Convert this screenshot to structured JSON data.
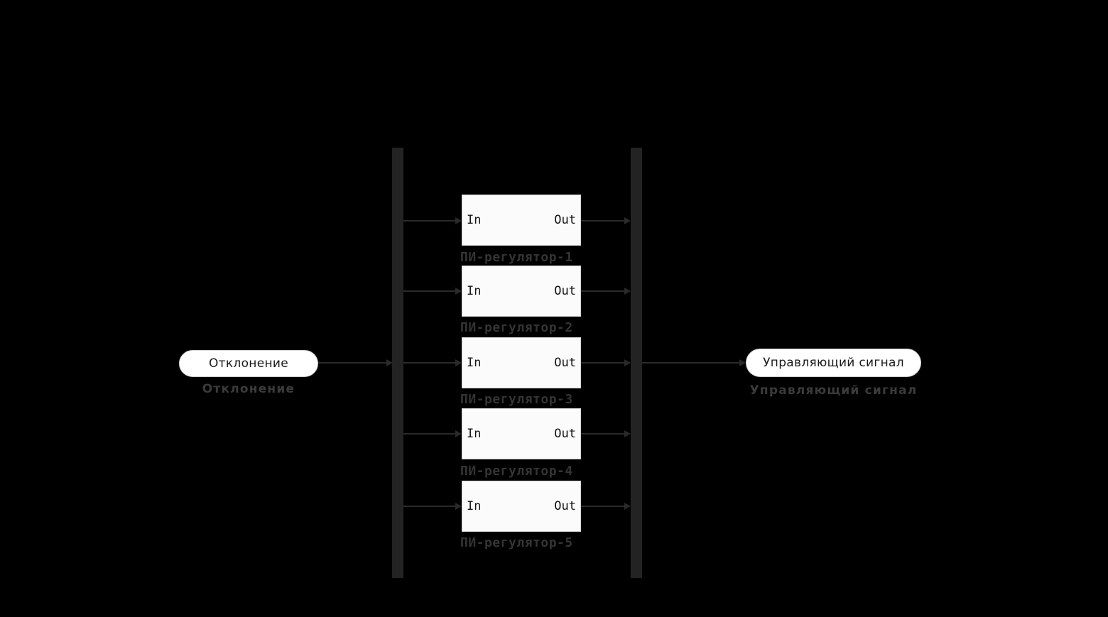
{
  "diagram": {
    "title": "Parallel PI controller bank",
    "background_color": "#000000",
    "bar_color": "#232323",
    "connector_color": "#2a2a2a",
    "node_fill": "#ffffff",
    "block_fill": "#fbfbfb",
    "caption_color": "#3b3b3b"
  },
  "input_node": {
    "label": "Отклонение",
    "caption": "Отклонение"
  },
  "output_node": {
    "label": "Управляющий сигнал",
    "caption": "Управляющий сигнал"
  },
  "ports": {
    "in": "In",
    "out": "Out"
  },
  "bars": [
    {
      "name": "fan-out-bar"
    },
    {
      "name": "merge-bar"
    }
  ],
  "blocks": [
    {
      "in": "In",
      "out": "Out",
      "caption": "ПИ-регулятор-1"
    },
    {
      "in": "In",
      "out": "Out",
      "caption": "ПИ-регулятор-2"
    },
    {
      "in": "In",
      "out": "Out",
      "caption": "ПИ-регулятор-3"
    },
    {
      "in": "In",
      "out": "Out",
      "caption": "ПИ-регулятор-4"
    },
    {
      "in": "In",
      "out": "Out",
      "caption": "ПИ-регулятор-5"
    }
  ]
}
